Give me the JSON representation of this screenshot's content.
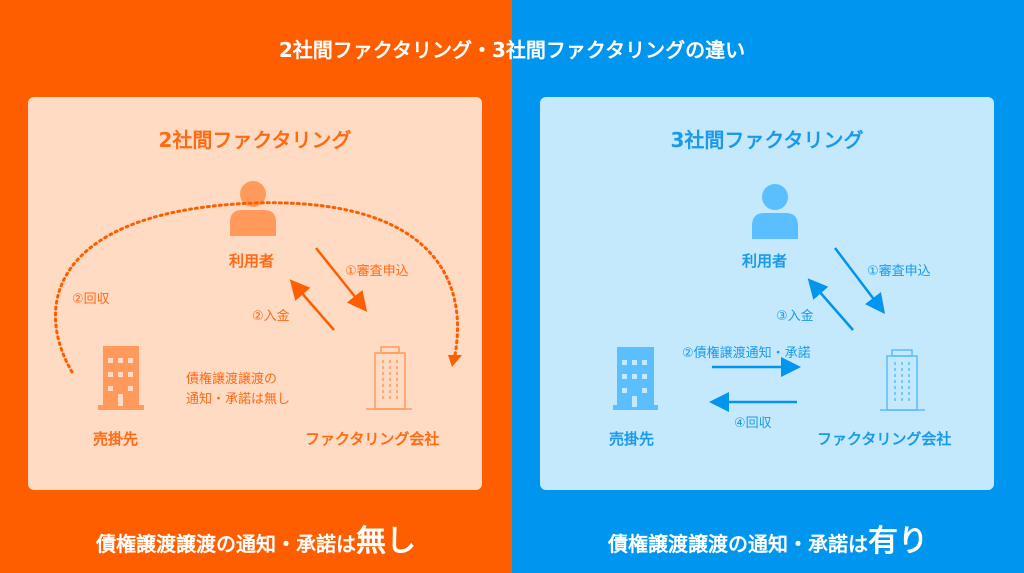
{
  "title": "2社間ファクタリング・3社間ファクタリングの違い",
  "left": {
    "heading": "2社間ファクタリング",
    "user": "利用者",
    "step1": "①審査申込",
    "step2_payment": "②入金",
    "step2_collection": "②回収",
    "seller": "売掛先",
    "factoring_company": "ファクタリング会社",
    "note_line1": "債権譲渡譲渡の",
    "note_line2": "通知・承諾は無し",
    "bottom_text": "債権譲渡譲渡の通知・承諾は",
    "bottom_emphasis": "無し"
  },
  "right": {
    "heading": "3社間ファクタリング",
    "user": "利用者",
    "step1": "①審査申込",
    "step2": "②債権譲渡通知・承諾",
    "step3": "③入金",
    "step4": "④回収",
    "seller": "売掛先",
    "factoring_company": "ファクタリング会社",
    "bottom_text": "債権譲渡譲渡の通知・承諾は",
    "bottom_emphasis": "有り"
  },
  "colors": {
    "orange": "#FF5E00",
    "blue": "#0095EE",
    "orange_panel": "#FFDBC4",
    "blue_panel": "#C4E8FC"
  }
}
